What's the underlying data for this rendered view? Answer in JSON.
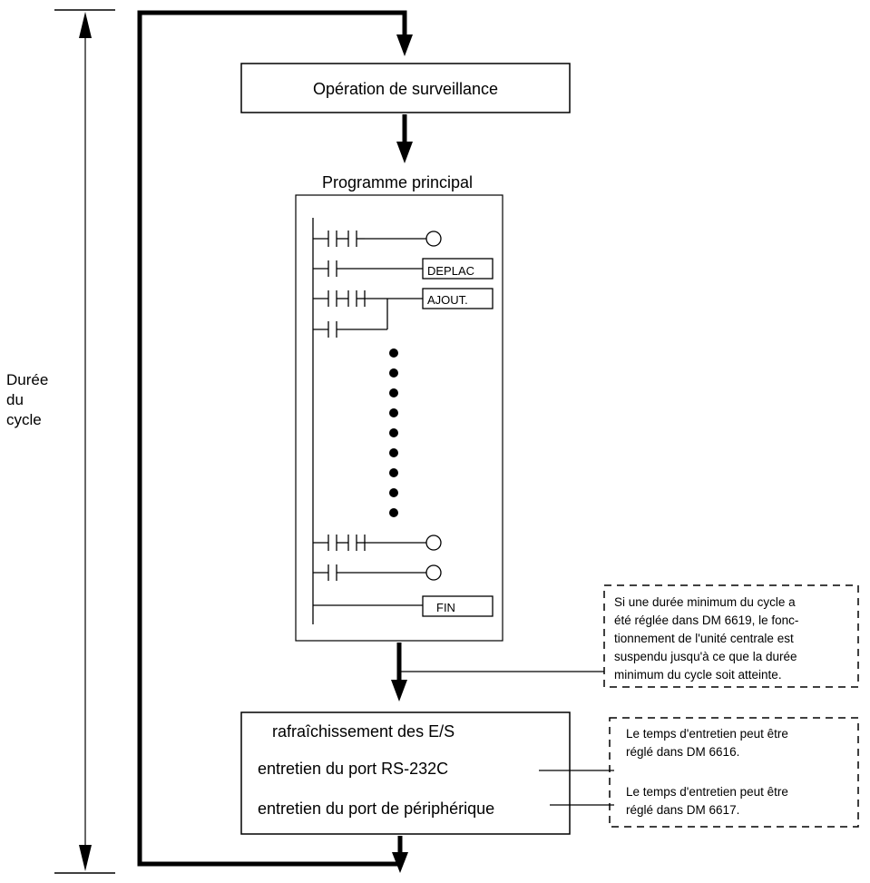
{
  "cycle_time_label": [
    "Durée",
    "du",
    "cycle"
  ],
  "monitoring_box": "Opération de surveillance",
  "main_program_title": "Programme principal",
  "ladder": {
    "move_instruction": "DEPLAC",
    "add_instruction": "AJOUT.",
    "end_instruction": "FIN"
  },
  "io_box": {
    "line1": "rafraîchissement des E/S",
    "line2": "entretien du port RS-232C",
    "line3": "entretien du port de périphérique"
  },
  "note_min_cycle": [
    "Si une durée minimum du cycle a",
    "été réglée dans DM 6619, le fonc-",
    "tionnement de l'unité centrale est",
    "suspendu jusqu'à ce que la durée",
    "minimum du cycle soit atteinte."
  ],
  "note_service": {
    "rs232c": [
      "Le temps d'entretien peut être",
      "réglé dans DM 6616."
    ],
    "peripheral": [
      "Le temps d'entretien peut être",
      "réglé dans DM 6617."
    ]
  },
  "colors": {
    "ink": "#000000",
    "background": "#ffffff"
  }
}
